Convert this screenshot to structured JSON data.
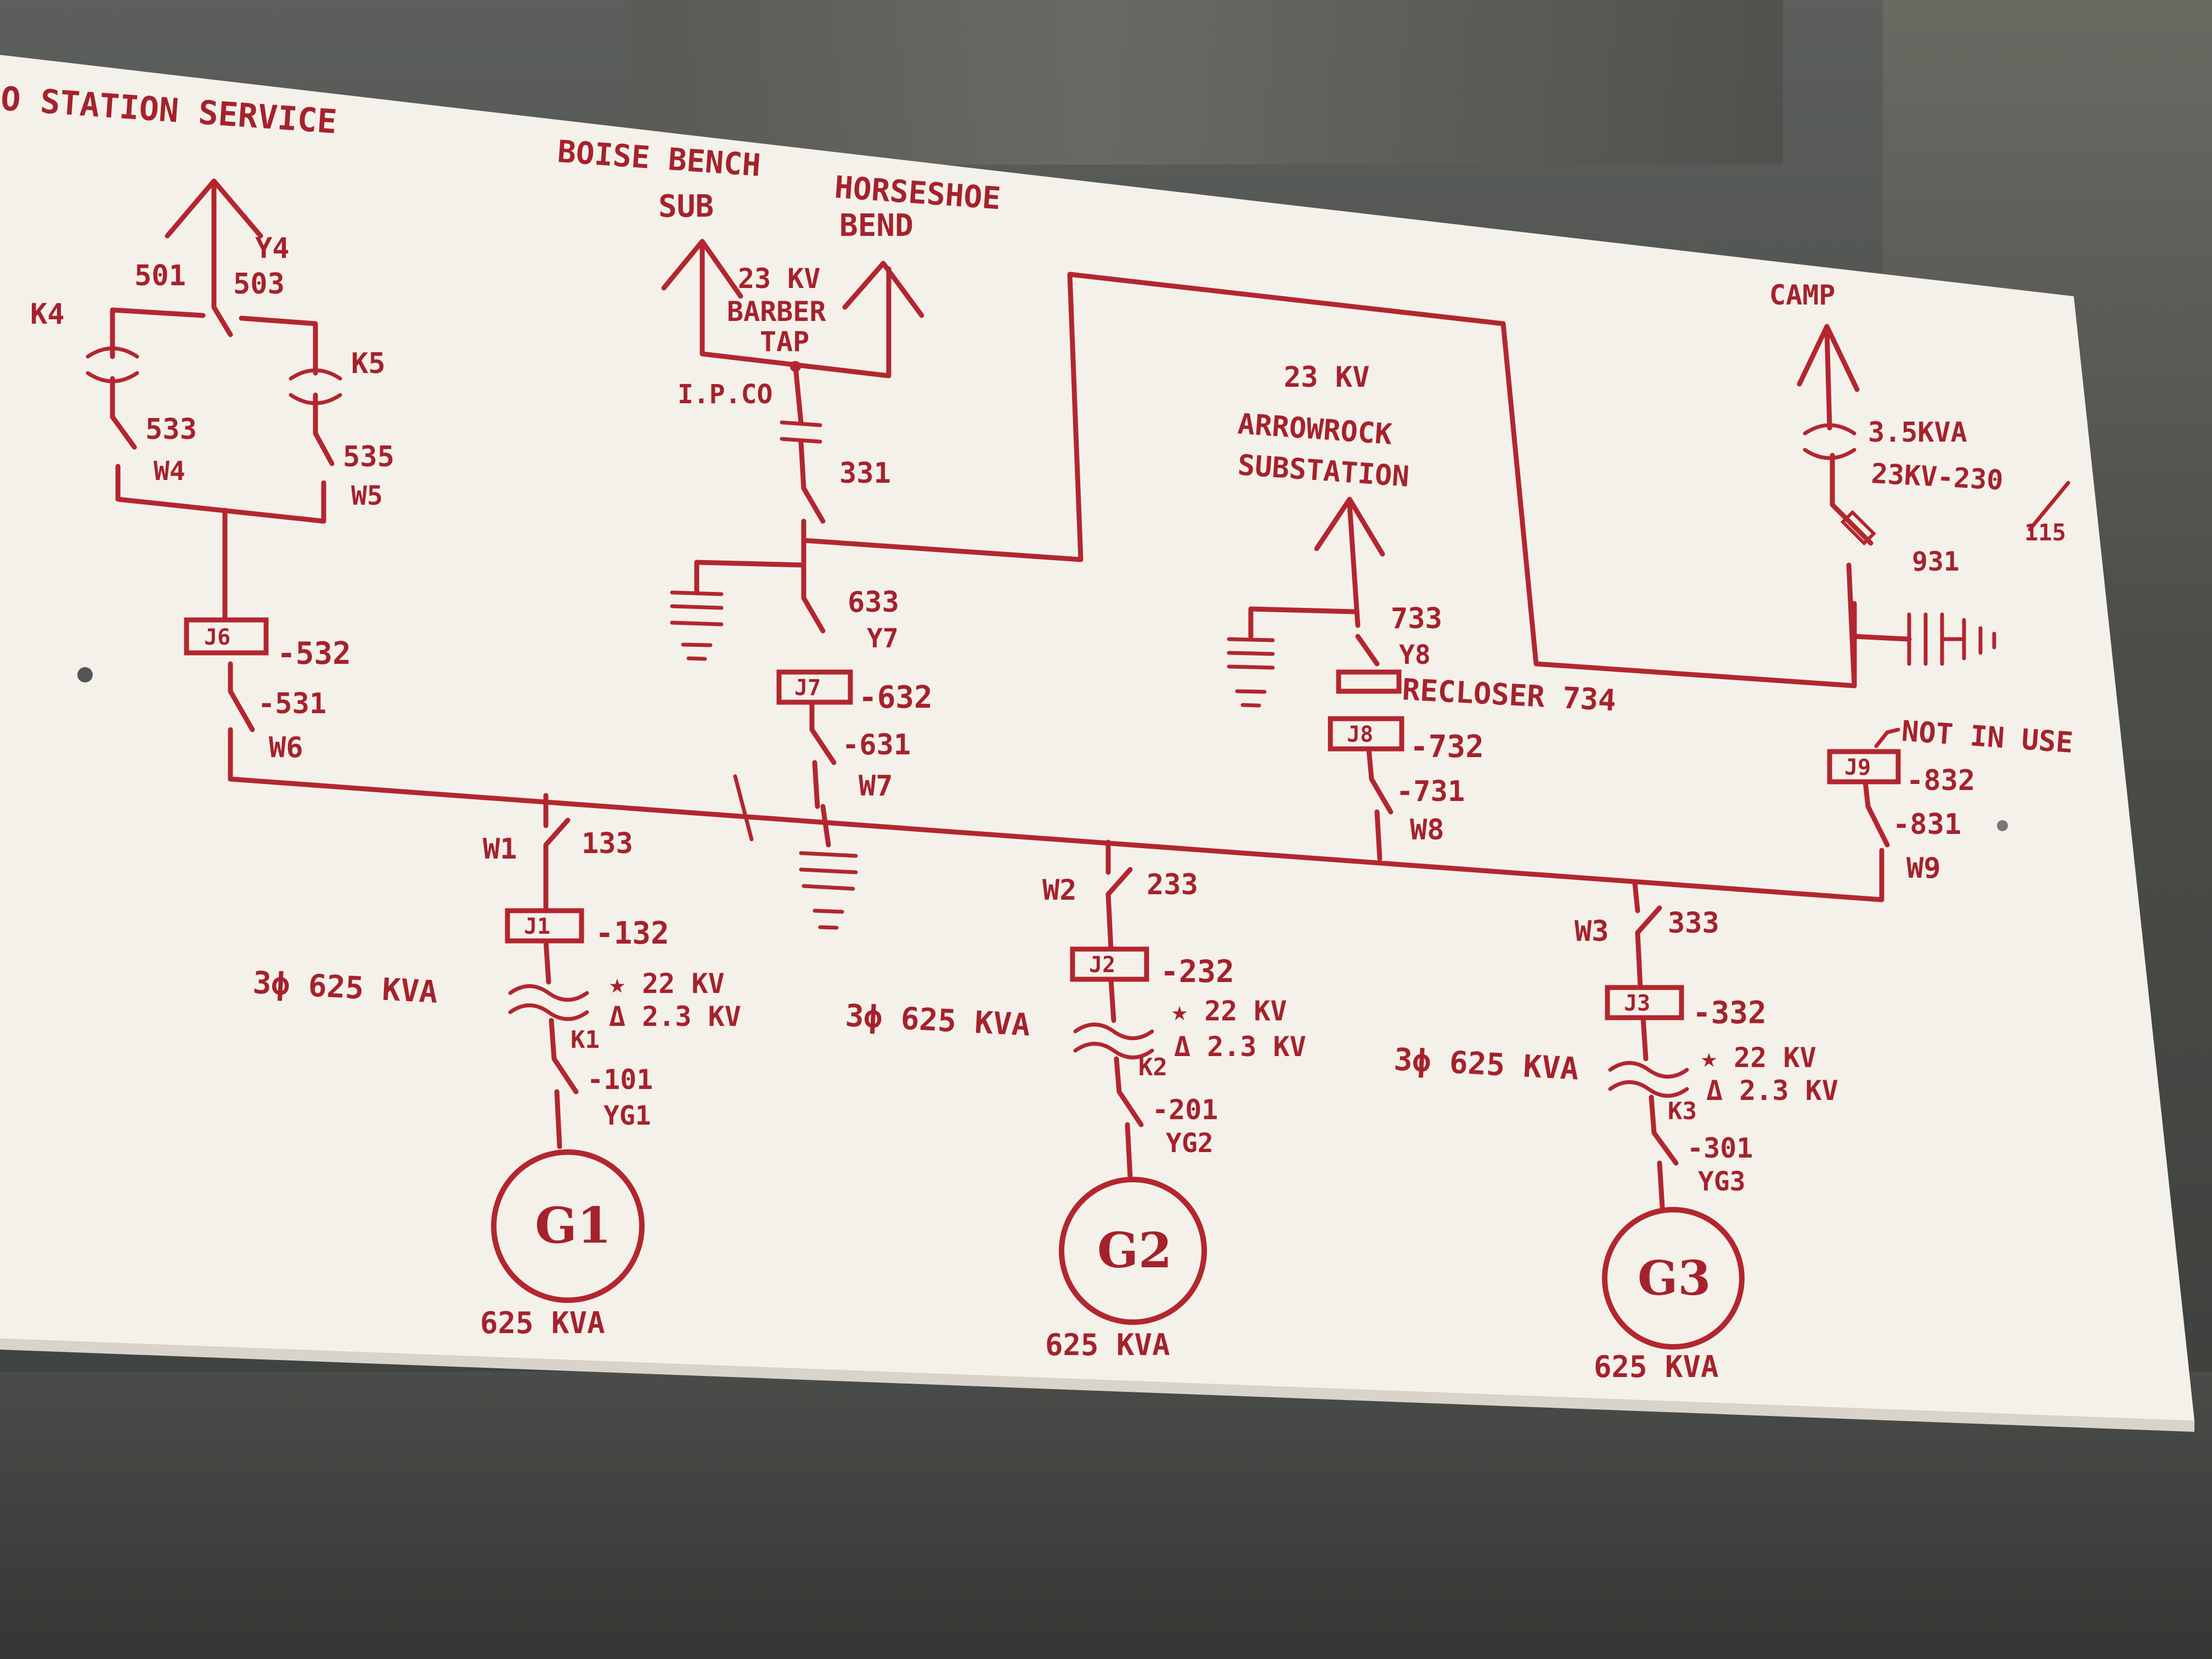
{
  "diagram": {
    "top_left_label": "O STATION SERVICE",
    "feeders": {
      "boise_bench": [
        "BOISE BENCH",
        "SUB"
      ],
      "horseshoe": [
        "HORSESHOE",
        "BEND"
      ],
      "barber_tap": [
        "23 KV",
        "BARBER",
        "TAP"
      ],
      "ipco": "I.P.CO",
      "arrowrock": [
        "23 KV",
        "ARROWROCK",
        "SUBSTATION"
      ],
      "camp": "CAMP",
      "camp_xfmr": [
        "3.5KVA",
        "23KV-230"
      ],
      "camp_ratio": "115"
    },
    "switch_labels": {
      "y4": "Y4",
      "s501": "501",
      "s503": "503",
      "k4": "K4",
      "k5": "K5",
      "s533": "533",
      "w4": "W4",
      "s535": "535",
      "w5": "W5",
      "j6": "J6",
      "s532": "-532",
      "s531": "-531",
      "w6": "W6",
      "s331": "331",
      "s633": "633",
      "y7": "Y7",
      "j7": "J7",
      "s632": "-632",
      "s631": "-631",
      "w7": "W7",
      "s733": "733",
      "y8": "Y8",
      "recloser": "RECLOSER 734",
      "j8": "J8",
      "s732": "-732",
      "s731": "-731",
      "w8": "W8",
      "s931": "931",
      "not_in_use": "NOT IN USE",
      "j9": "J9",
      "s832": "-832",
      "s831": "-831",
      "w9": "W9"
    },
    "units": [
      {
        "w": "W1",
        "sw": "133",
        "j": "J1",
        "jsw": "-132",
        "rating": "3ϕ 625 KVA",
        "hv": "★ 22 KV",
        "lv": "Δ 2.3 KV",
        "k": "K1",
        "gsw": "-101",
        "yg": "YG1",
        "gen": "G1",
        "kva": "625  KVA"
      },
      {
        "w": "W2",
        "sw": "233",
        "j": "J2",
        "jsw": "-232",
        "rating": "3ϕ 625 KVA",
        "hv": "★ 22 KV",
        "lv": "Δ 2.3 KV",
        "k": "K2",
        "gsw": "-201",
        "yg": "YG2",
        "gen": "G2",
        "kva": "625  KVA"
      },
      {
        "w": "W3",
        "sw": "333",
        "j": "J3",
        "jsw": "-332",
        "rating": "3ϕ 625 KVA",
        "hv": "★ 22 KV",
        "lv": "Δ 2.3 KV",
        "k": "K3",
        "gsw": "-301",
        "yg": "YG3",
        "gen": "G3",
        "kva": "625  KVA"
      }
    ],
    "colors": {
      "ink": "#b3262f",
      "board": "#f4f1ea",
      "wall": "#45484a"
    }
  }
}
